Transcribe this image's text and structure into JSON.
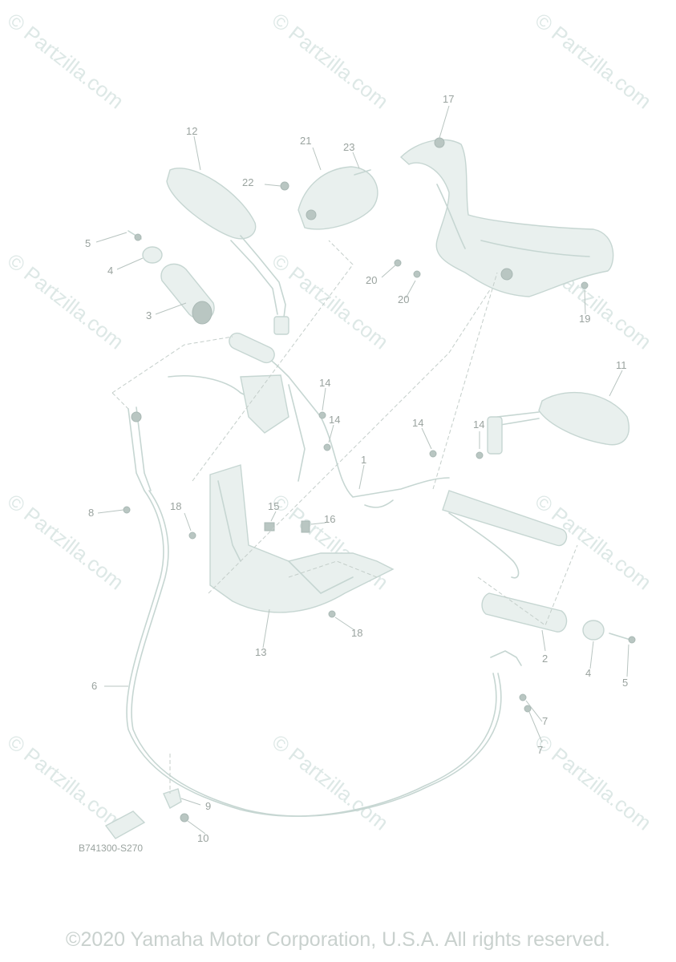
{
  "watermark": "© Partzilla.com",
  "callouts": [
    "1",
    "2",
    "3",
    "4",
    "5",
    "6",
    "7",
    "7",
    "8",
    "9",
    "10",
    "11",
    "12",
    "13",
    "14",
    "14",
    "14",
    "14",
    "15",
    "16",
    "17",
    "18",
    "18",
    "19",
    "20",
    "20",
    "21",
    "22",
    "23",
    "2",
    "4",
    "5"
  ],
  "diagram_code": "B741300-S270",
  "copyright": "©2020 Yamaha Motor Corporation, U.S.A. All rights reserved."
}
